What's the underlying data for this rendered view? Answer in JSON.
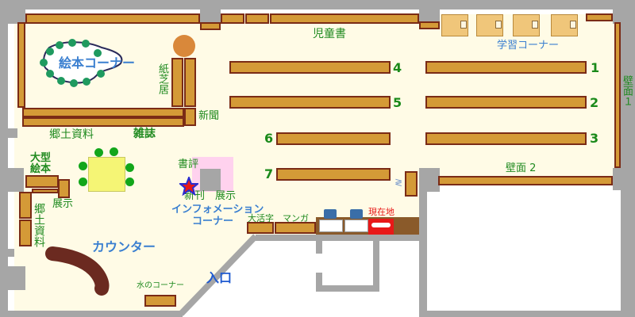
{
  "labels": {
    "ehon": "絵本コーナー",
    "kamishibai": "紙芝居",
    "shinbun": "新聞",
    "jidousho": "児童書",
    "gakushu": "学習コーナー",
    "hekimen1": "壁面１",
    "hekimen2": "壁面 2",
    "kyodo_top": "郷土資料",
    "zasshi": "雑誌",
    "ogata": "大型\n絵本",
    "tenji_left": "展示",
    "kyodo_left": "郷土資料",
    "counter": "カウンター",
    "shohyo": "書評",
    "shinkan": "新刊　展示",
    "info1": "インフォメーション",
    "info2": "コーナー",
    "daikatsuji": "大活字",
    "manga": "マンガ",
    "genzaichi": "現在地",
    "mizu": "水のコーナー",
    "iriguchi": "入口"
  },
  "shelf_numbers": {
    "n1": "1",
    "n2": "2",
    "n3": "3",
    "n4": "4",
    "n5": "5",
    "n6": "6",
    "n7": "7"
  },
  "colors": {
    "floor": "#fffbe6",
    "wall": "#a6a6a6",
    "shelf": "#d49a37",
    "shelf_border": "#7a2b16",
    "green_text": "#1f8a1f",
    "blue_text": "#3a7fd0",
    "current_location": "#e81818",
    "counter": "#6b2a20",
    "display_table": "#f5f575",
    "info_area": "#ffd2ee"
  },
  "icons": {
    "current_marker": "star-icon",
    "computer_terminal": "monitor-icon"
  }
}
